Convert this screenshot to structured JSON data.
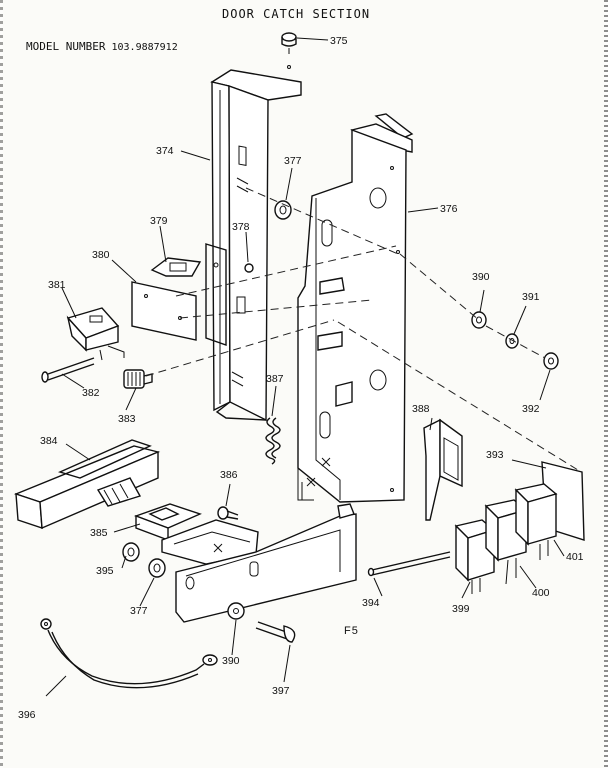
{
  "header": {
    "title": "DOOR CATCH SECTION",
    "model_label": "MODEL NUMBER",
    "model_number": "103.9887912"
  },
  "figure_code": "F5",
  "parts": {
    "p374": "374",
    "p375": "375",
    "p376": "376",
    "p377a": "377",
    "p377b": "377",
    "p378": "378",
    "p379": "379",
    "p380": "380",
    "p381": "381",
    "p382": "382",
    "p383": "383",
    "p384": "384",
    "p385": "385",
    "p386": "386",
    "p387": "387",
    "p388": "388",
    "p390a": "390",
    "p390b": "390",
    "p391": "391",
    "p392": "392",
    "p393": "393",
    "p394": "394",
    "p395": "395",
    "p396": "396",
    "p397": "397",
    "p399": "399",
    "p400": "400",
    "p401": "401"
  }
}
